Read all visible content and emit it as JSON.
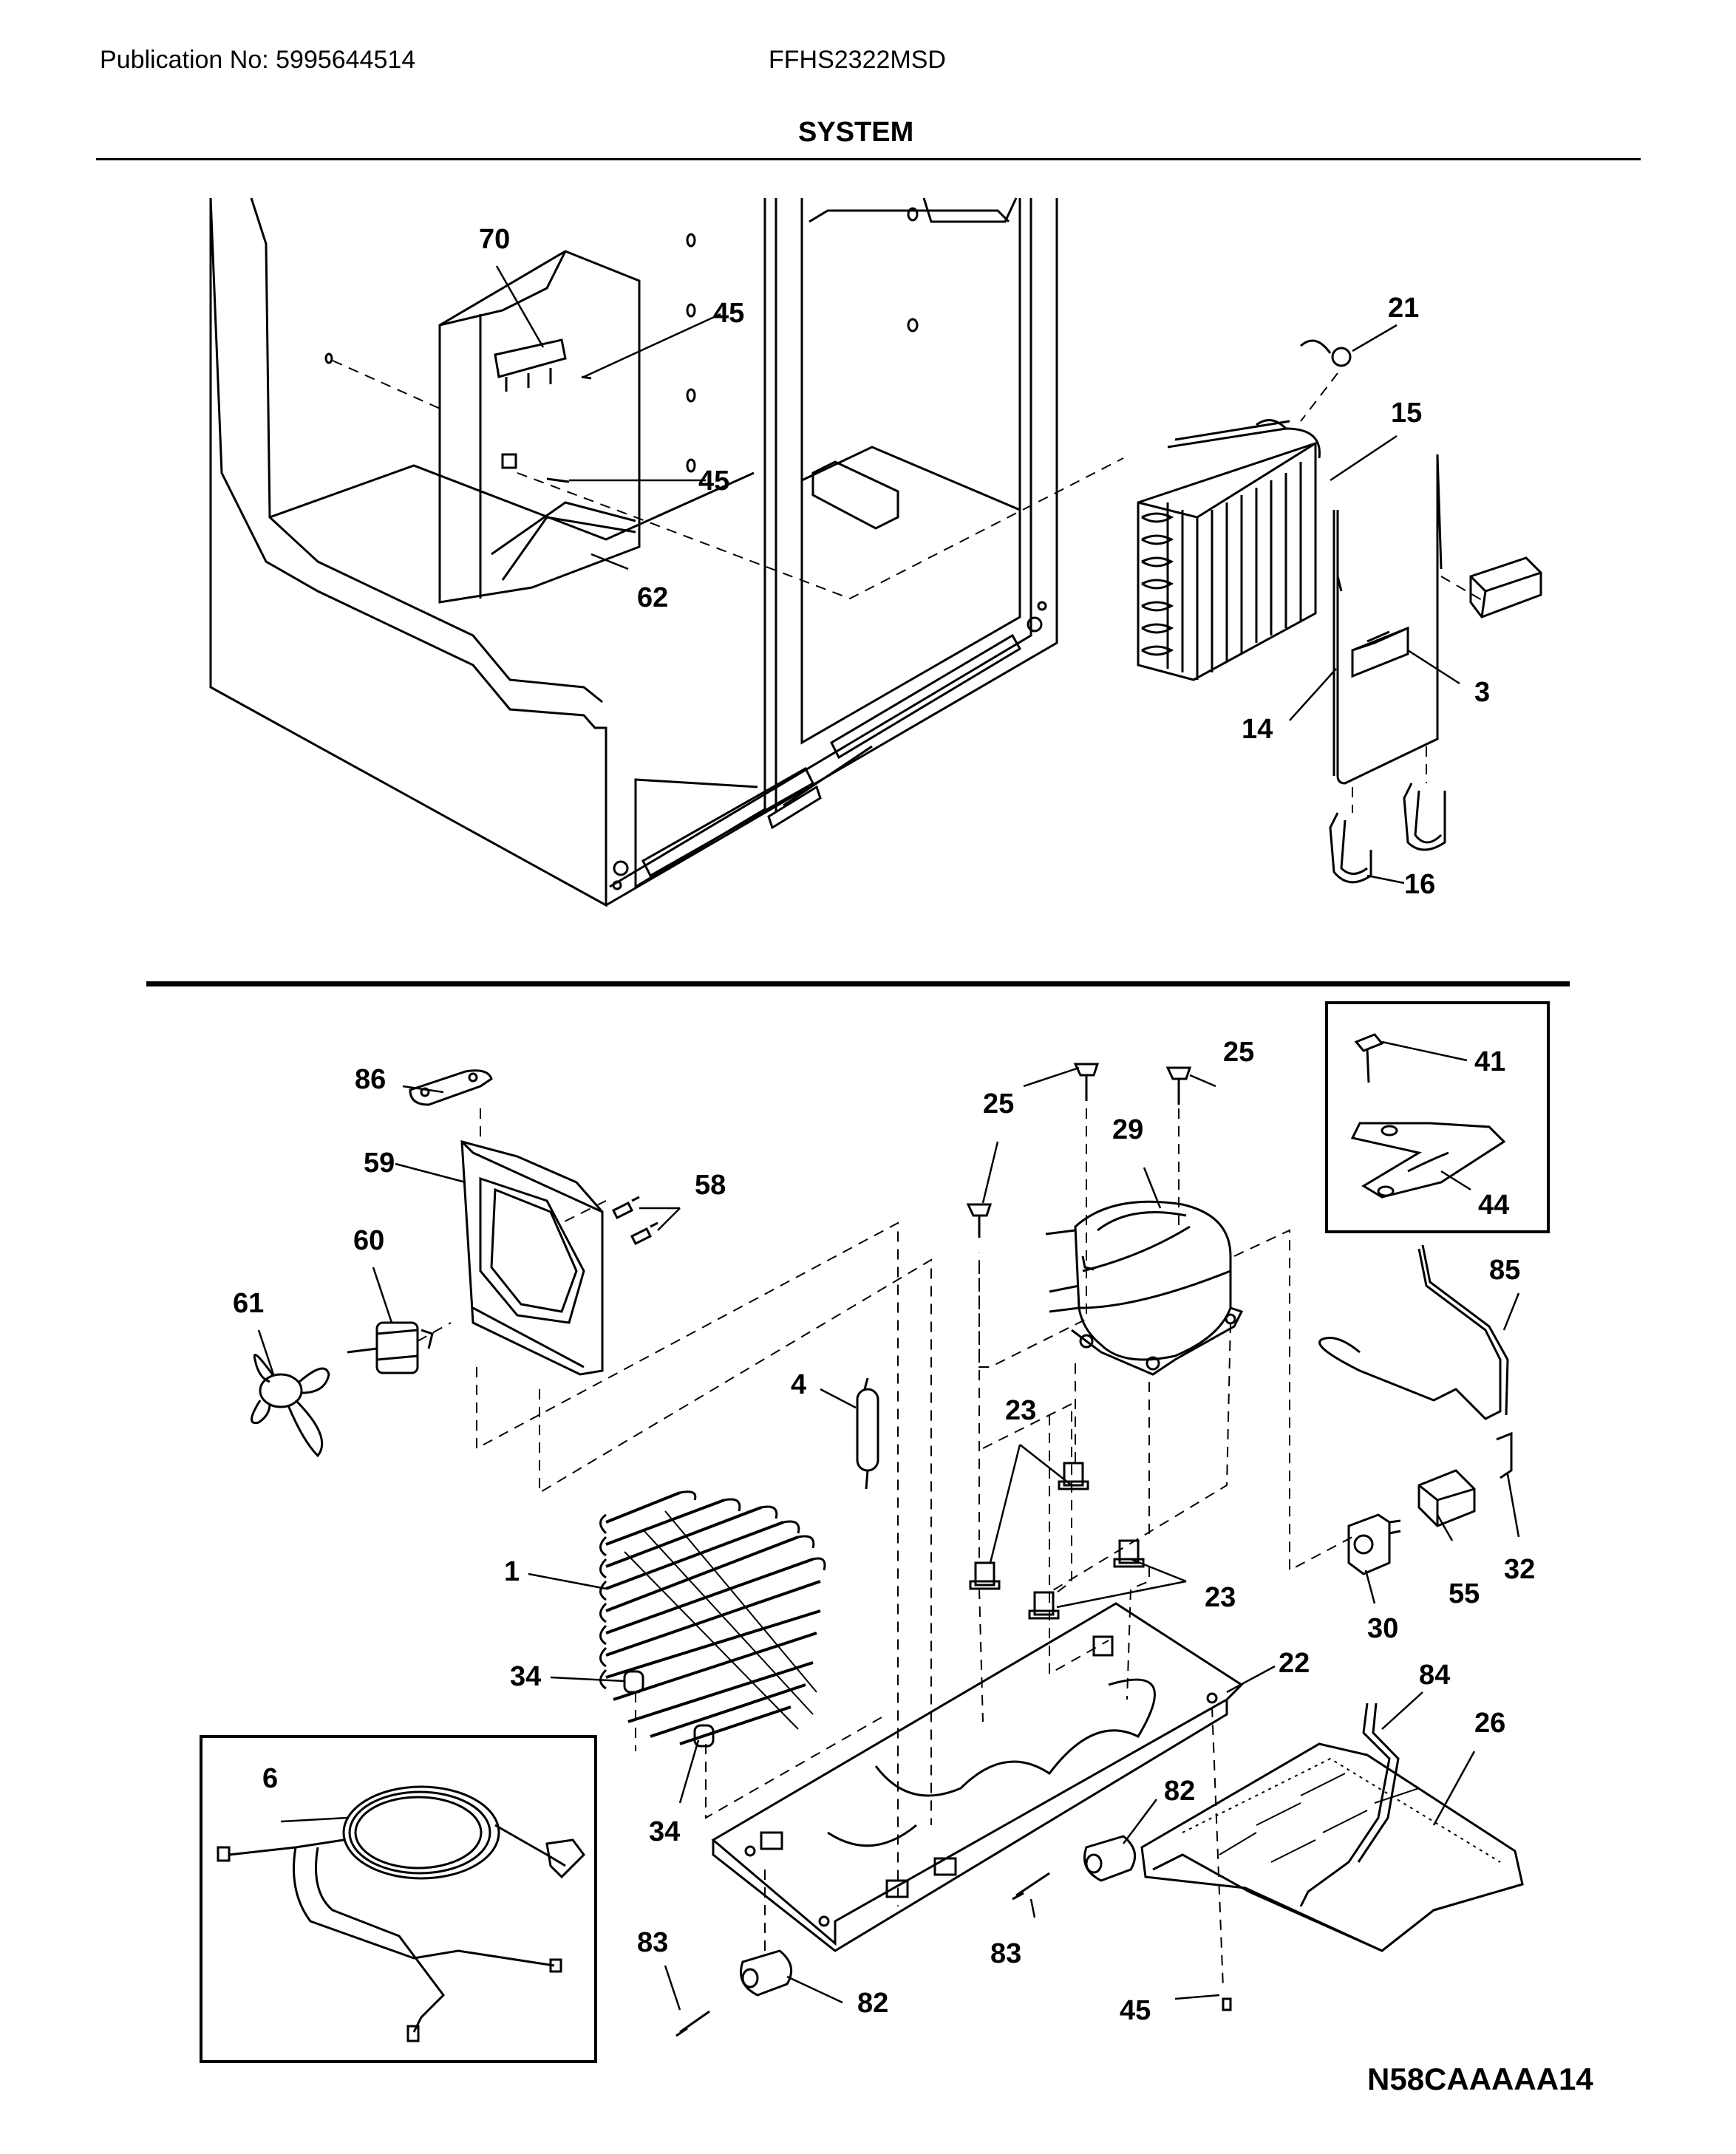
{
  "header": {
    "publication": "Publication No: 5995644514",
    "model": "FFHS2322MSD",
    "title": "SYSTEM"
  },
  "footer": {
    "diagram_code": "N58CAAAAA14"
  },
  "callouts": {
    "c70": "70",
    "c45a": "45",
    "c45b": "45",
    "c62": "62",
    "c21": "21",
    "c15": "15",
    "c3": "3",
    "c14": "14",
    "c16": "16",
    "c86": "86",
    "c59": "59",
    "c58": "58",
    "c60": "60",
    "c61": "61",
    "c25a": "25",
    "c25b": "25",
    "c29": "29",
    "c41": "41",
    "c44": "44",
    "c85": "85",
    "c4": "4",
    "c23a": "23",
    "c23b": "23",
    "c1": "1",
    "c32": "32",
    "c55": "55",
    "c30": "30",
    "c34a": "34",
    "c34b": "34",
    "c22": "22",
    "c84": "84",
    "c26": "26",
    "c6": "6",
    "c82a": "82",
    "c82b": "82",
    "c83a": "83",
    "c83b": "83",
    "c45c": "45"
  }
}
